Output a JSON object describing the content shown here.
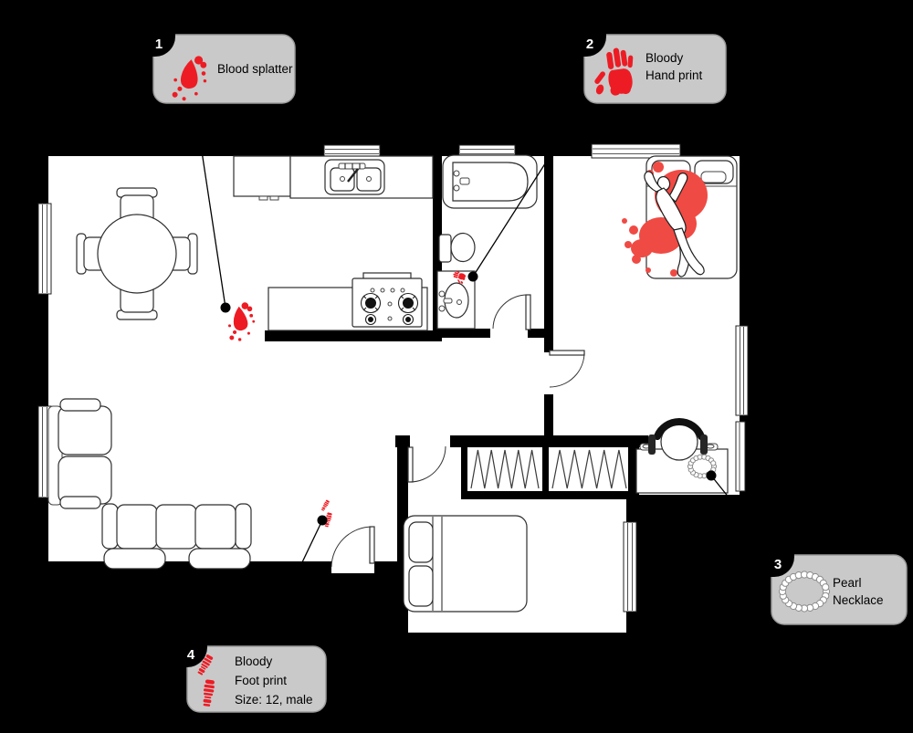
{
  "colors": {
    "background": "#000000",
    "floor": "#ffffff",
    "wall": "#000000",
    "label_bg": "#c9c9c9",
    "label_border": "#9a9a9a",
    "blood": "#ed1c24",
    "blood_pool": "#f04a44"
  },
  "callouts": [
    {
      "number": "1",
      "icon": "blood-splatter-icon",
      "line1": "Blood splatter"
    },
    {
      "number": "2",
      "icon": "hand-print-icon",
      "line1": "Bloody",
      "line2": "Hand print"
    },
    {
      "number": "3",
      "icon": "pearl-necklace-icon",
      "line1": "Pearl",
      "line2": "Necklace"
    },
    {
      "number": "4",
      "icon": "foot-print-icon",
      "line1": "Bloody",
      "line2": "Foot print",
      "line3": "Size: 12, male"
    }
  ]
}
